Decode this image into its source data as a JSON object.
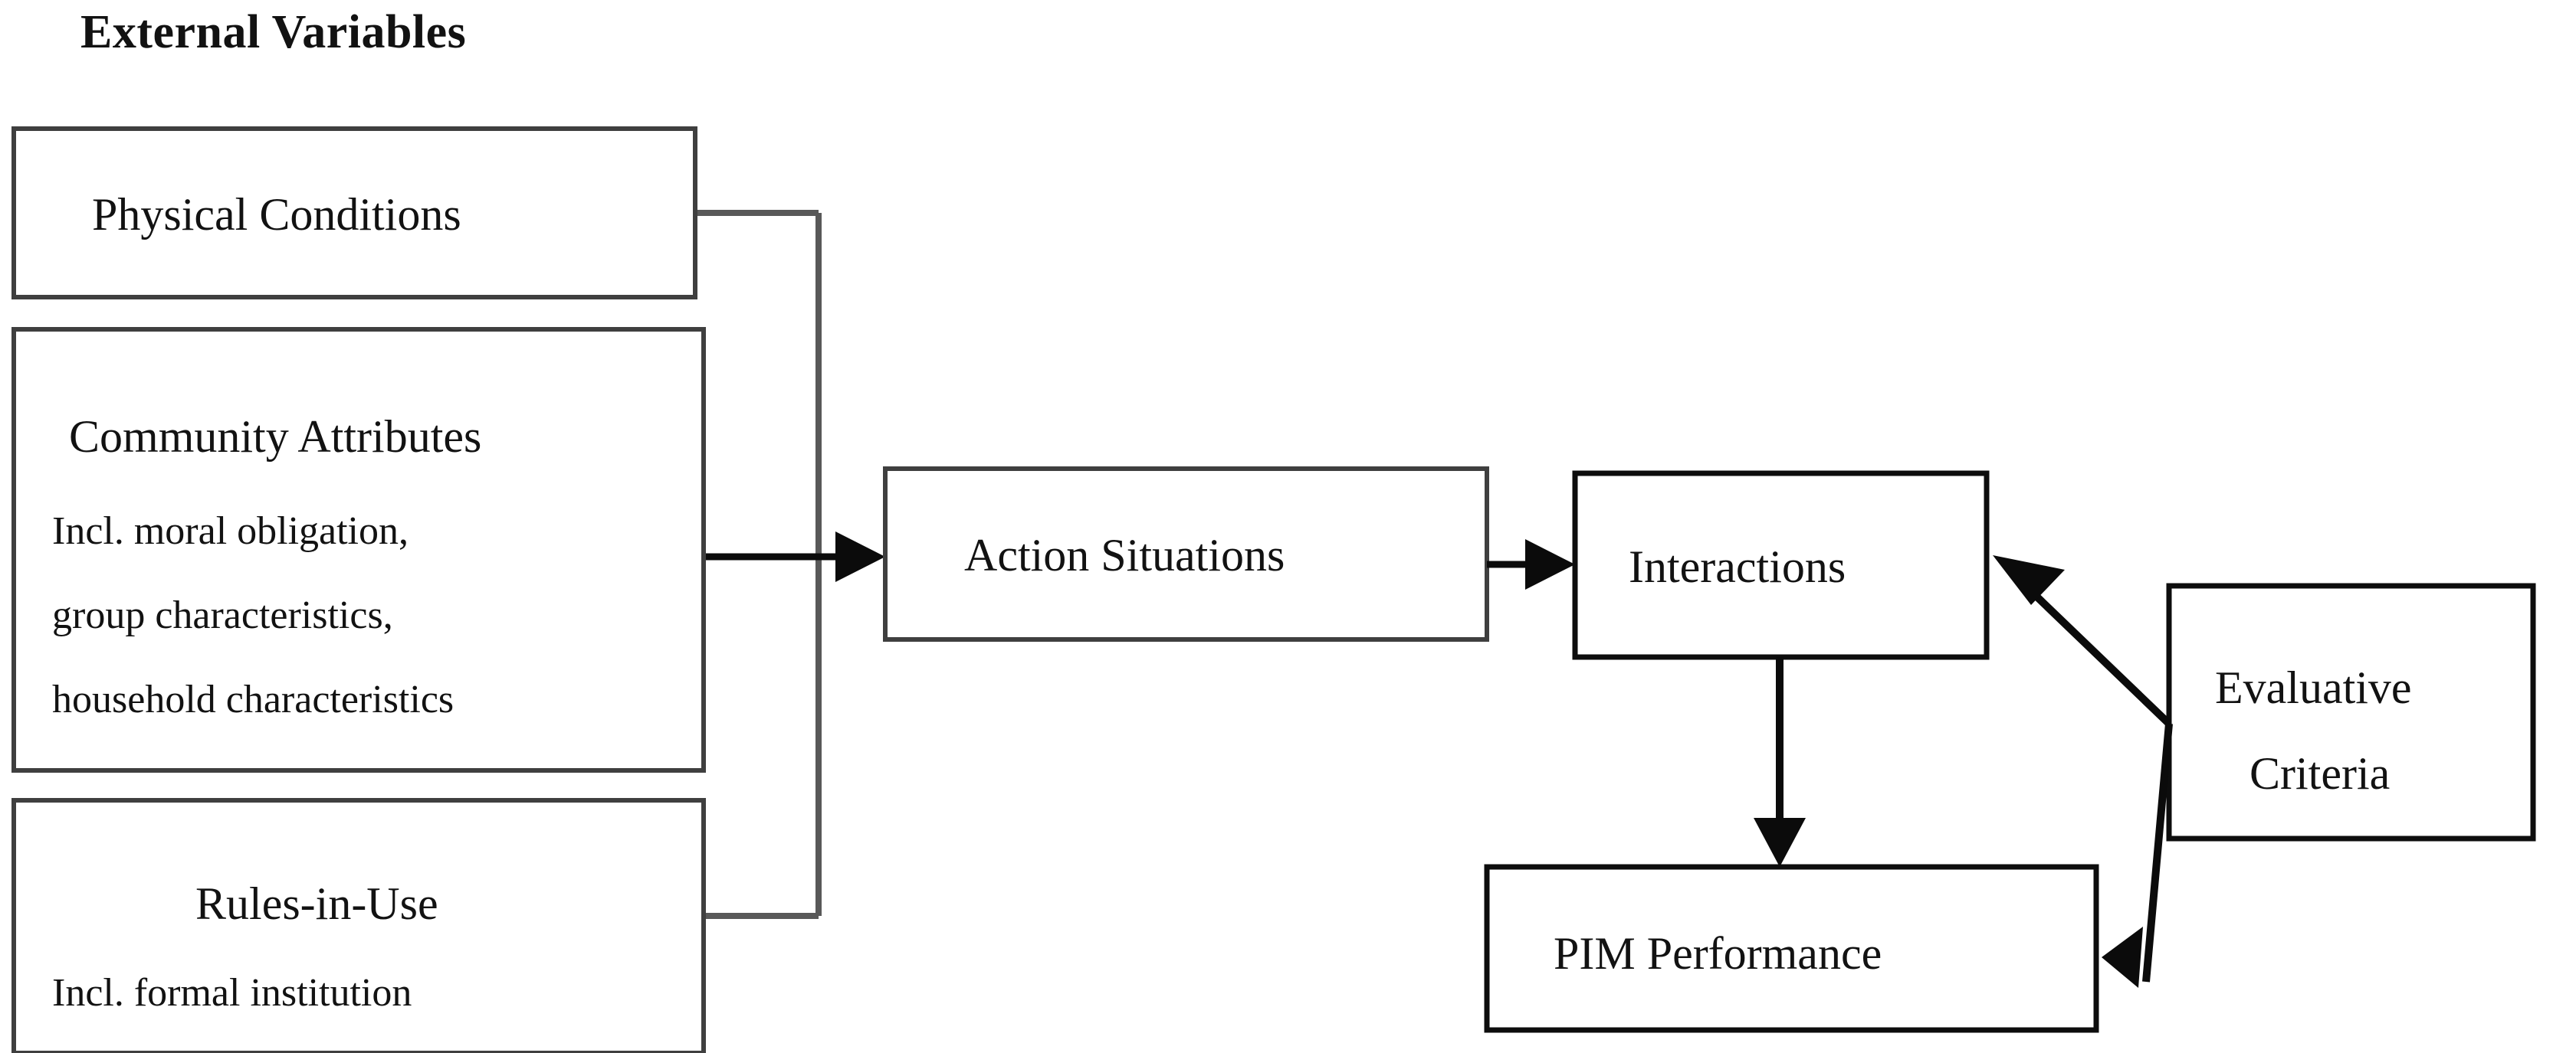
{
  "diagram": {
    "title": "External Variables",
    "type": "flow-diagram",
    "boxes": {
      "physical_conditions": {
        "label": "Physical Conditions"
      },
      "community_attributes": {
        "heading": "Community Attributes",
        "detail_line_1": "Incl. moral obligation,",
        "detail_line_2": "group characteristics,",
        "detail_line_3": "household characteristics"
      },
      "rules_in_use": {
        "heading": "Rules-in-Use",
        "detail_line_1": "Incl. formal institution"
      },
      "action_situations": {
        "label": "Action Situations"
      },
      "interactions": {
        "label": "Interactions"
      },
      "pim_performance": {
        "label": "PIM Performance"
      },
      "evaluative_criteria": {
        "line_1": "Evaluative",
        "line_2": "Criteria"
      }
    },
    "connectors": [
      {
        "name": "external-variables-bracket",
        "from": "physical-conditions / community-attributes / rules-in-use",
        "to": "action-situations",
        "style": "bracket-with-arrowhead"
      },
      {
        "name": "action-situations-to-interactions",
        "from": "action-situations",
        "to": "interactions",
        "style": "arrow-right"
      },
      {
        "name": "interactions-to-pim-performance",
        "from": "interactions",
        "to": "pim-performance",
        "style": "arrow-down"
      },
      {
        "name": "evaluative-criteria-to-interactions",
        "from": "evaluative-criteria",
        "to": "interactions",
        "style": "arrow-diagonal-up-left"
      },
      {
        "name": "evaluative-criteria-to-pim-performance",
        "from": "evaluative-criteria",
        "to": "pim-performance",
        "style": "arrow-diagonal-down-left"
      }
    ],
    "colors": {
      "background": "#ffffff",
      "box_border": "#3f3f3f",
      "box_border_dark": "#0d0d0d",
      "connector": "#595959",
      "arrow": "#0b0b0b",
      "text": "#121212"
    }
  }
}
